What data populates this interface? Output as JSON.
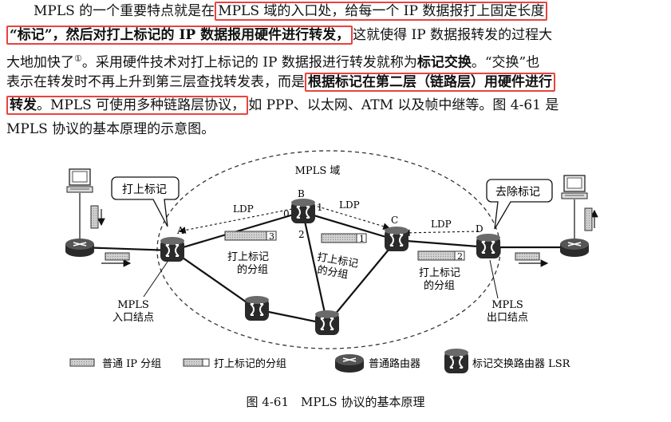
{
  "paragraph": {
    "l1a": "MPLS 的一个重要特点就是在",
    "l1b": "MPLS 域的入口处，给每一个 IP 数据报打上固定长度",
    "l2a": "“标记”，然后对打上标记的 IP 数据报用硬件进行转发，",
    "l2b": "这就使得 IP 数据报转发的过程大",
    "l3a": "大地加快了",
    "l3sup": "①",
    "l3b": "。采用硬件技术对打上标记的 IP 数据报进行转发就称为",
    "l3c": "标记交换",
    "l3d": "。“交换”也",
    "l4a": "表示在转发时不再上升到第三层查找转发表，而是",
    "l4b": "根据标记在第二层（链路层）用硬件进行",
    "l5a": "转发",
    "l5b": "。MPLS 可使用多种链路层协议，",
    "l5c": "如 PPP、以太网、ATM 以及帧中继等。图 4-61 是",
    "l6": "MPLS 协议的基本原理的示意图。"
  },
  "diagram": {
    "domain_label": "MPLS 域",
    "callout_left": "打上标记",
    "callout_right": "去除标记",
    "node_a": "A",
    "node_b": "B",
    "node_c": "C",
    "node_d": "D",
    "port_0": "0",
    "port_1": "1",
    "port_2": "2",
    "ldp": "LDP",
    "label_3": "3",
    "label_1": "1",
    "label_2": "2",
    "labeled_group_1": "打上标记",
    "labeled_group_2": "的分组",
    "ingress_1": "MPLS",
    "ingress_2": "入口结点",
    "egress_1": "MPLS",
    "egress_2": "出口结点"
  },
  "legend": {
    "normal_packet": "普通 IP 分组",
    "labeled_packet": "打上标记的分组",
    "normal_router": "普通路由器",
    "lsr": "标记交换路由器 LSR"
  },
  "caption": "图 4-61　MPLS 协议的基本原理"
}
